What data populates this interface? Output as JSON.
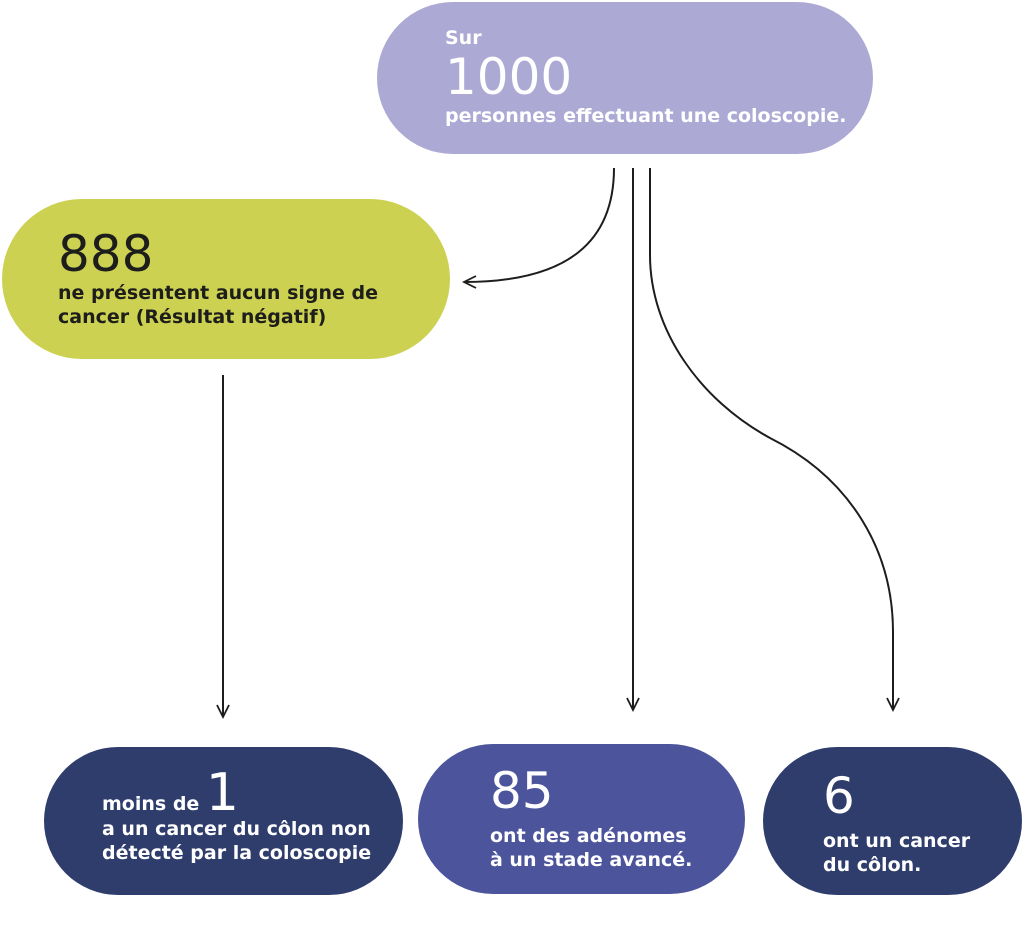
{
  "total": {
    "prefix": "Sur",
    "number": "1000",
    "description": "personnes effectuant une coloscopie."
  },
  "negative": {
    "number": "888",
    "description_line1": "ne présentent aucun signe de",
    "description_line2": "cancer (Résultat négatif)"
  },
  "missed": {
    "prefix": "moins de ",
    "number": "1",
    "description_line1": "a un cancer du côlon non",
    "description_line2": "détecté par la coloscopie"
  },
  "adenoma": {
    "number": "85",
    "description_line1": "ont des adénomes",
    "description_line2": "à un stade avancé."
  },
  "cancer": {
    "number": "6",
    "description_line1": "ont un cancer",
    "description_line2": "du côlon."
  },
  "colors": {
    "total": "#acaad4",
    "negative": "#ccd152",
    "missed": "#2f3d6d",
    "adenoma": "#4c549c",
    "cancer": "#2f3d6d",
    "arrow": "#1d1d1b"
  }
}
